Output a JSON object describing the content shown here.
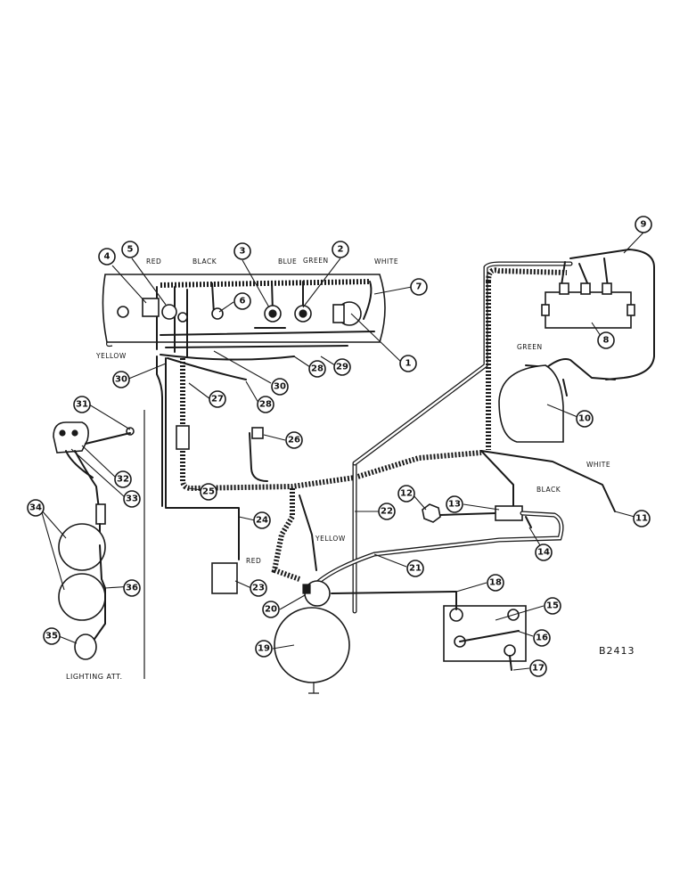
{
  "callouts": [
    "1",
    "2",
    "3",
    "4",
    "5",
    "6",
    "7",
    "8",
    "9",
    "10",
    "11",
    "12",
    "13",
    "14",
    "15",
    "16",
    "17",
    "18",
    "19",
    "20",
    "21",
    "22",
    "23",
    "24",
    "25",
    "26",
    "27",
    "28",
    "29",
    "30",
    "31",
    "32",
    "33",
    "34",
    "35",
    "36"
  ],
  "wire_labels": {
    "red_top": "RED",
    "black_top": "BLACK",
    "blue_top": "BLUE",
    "green_top": "GREEN",
    "white_top": "WHITE",
    "yellow_left": "YELLOW",
    "green_mid": "GREEN",
    "white_right": "WHITE",
    "black_right": "BLACK",
    "yellow_low": "YELLOW",
    "red_low": "RED"
  },
  "caption": "LIGHTING ATT.",
  "drawing_number": "B2413"
}
